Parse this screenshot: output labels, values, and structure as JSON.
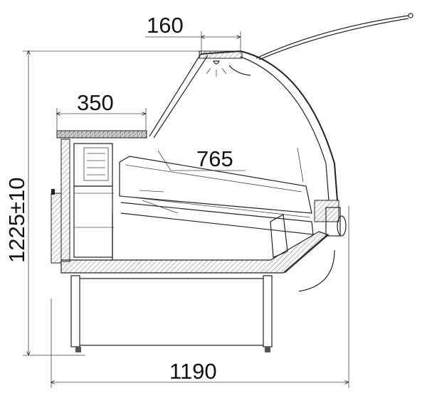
{
  "dimensions": {
    "top_width": "160",
    "shelf_depth": "350",
    "display_depth": "765",
    "height": "1225±10",
    "total_width": "1190"
  },
  "colors": {
    "line": "#222222",
    "hatch": "#777777",
    "granite": "#9a9a9a",
    "background": "#ffffff"
  }
}
